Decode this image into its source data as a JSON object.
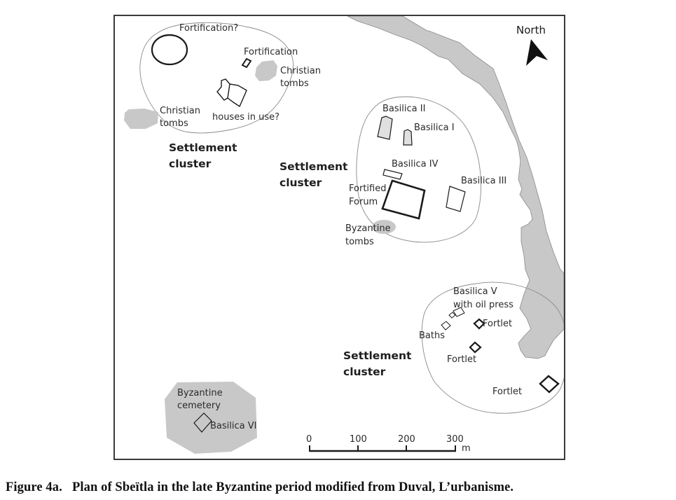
{
  "figure": {
    "caption": "Figure 4a.   Plan of Sbeïtla in the late Byzantine period modified from Duval, L’urbanisme.",
    "north_label": "North",
    "colors": {
      "area_fill": "#c8c8c8",
      "outline": "#1a1a1a",
      "cluster_line": "#8a8a8a",
      "frame": "#3a3a3a"
    }
  },
  "map": {
    "clusters": [
      {
        "name": "northwest",
        "label": [
          "Settlement",
          "cluster"
        ],
        "features": {
          "fortification_q": "Fortification?",
          "fortification": "Fortification",
          "christian_tombs_east": [
            "Christian",
            "tombs"
          ],
          "christian_tombs_west": [
            "Christian",
            "tombs"
          ],
          "houses": "houses in use?"
        }
      },
      {
        "name": "central",
        "label": [
          "Settlement",
          "cluster"
        ],
        "features": {
          "basilica_2": "Basilica II",
          "basilica_1": "Basilica I",
          "basilica_4": "Basilica IV",
          "basilica_3": "Basilica III",
          "forum": [
            "Fortified",
            "Forum"
          ],
          "byz_tombs": [
            "Byzantine",
            "tombs"
          ]
        }
      },
      {
        "name": "southeast",
        "label": [
          "Settlement",
          "cluster"
        ],
        "features": {
          "basilica_5": [
            "Basilica V",
            "with oil press"
          ],
          "baths": "Baths",
          "fortlet_1": "Fortlet",
          "fortlet_2": "Fortlet",
          "fortlet_3": "Fortlet"
        }
      }
    ],
    "cemetery": {
      "label": [
        "Byzantine",
        "cemetery"
      ],
      "basilica_6": "Basilica VI"
    },
    "scale_bar": {
      "ticks": [
        "0",
        "100",
        "200",
        "300"
      ],
      "unit": "m"
    }
  }
}
